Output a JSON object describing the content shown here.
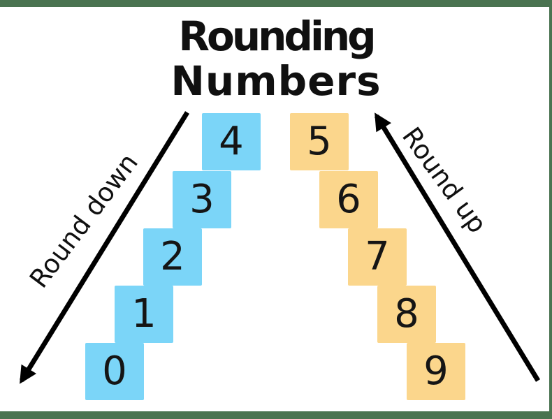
{
  "title": {
    "line1": "Rounding",
    "line2": "Numbers"
  },
  "labels": {
    "round_down": "Round down",
    "round_up": "Round up"
  },
  "steps": [
    {
      "digit": "0",
      "side": "round-down"
    },
    {
      "digit": "1",
      "side": "round-down"
    },
    {
      "digit": "2",
      "side": "round-down"
    },
    {
      "digit": "3",
      "side": "round-down"
    },
    {
      "digit": "4",
      "side": "round-down"
    },
    {
      "digit": "5",
      "side": "round-up"
    },
    {
      "digit": "6",
      "side": "round-up"
    },
    {
      "digit": "7",
      "side": "round-up"
    },
    {
      "digit": "8",
      "side": "round-up"
    },
    {
      "digit": "9",
      "side": "round-up"
    }
  ],
  "colors": {
    "round-down-block": "#7bd5f8",
    "round-up-block": "#fbd68c",
    "frame-green": "#4a7350",
    "arrow": "#000000",
    "background": "#ffffff"
  }
}
